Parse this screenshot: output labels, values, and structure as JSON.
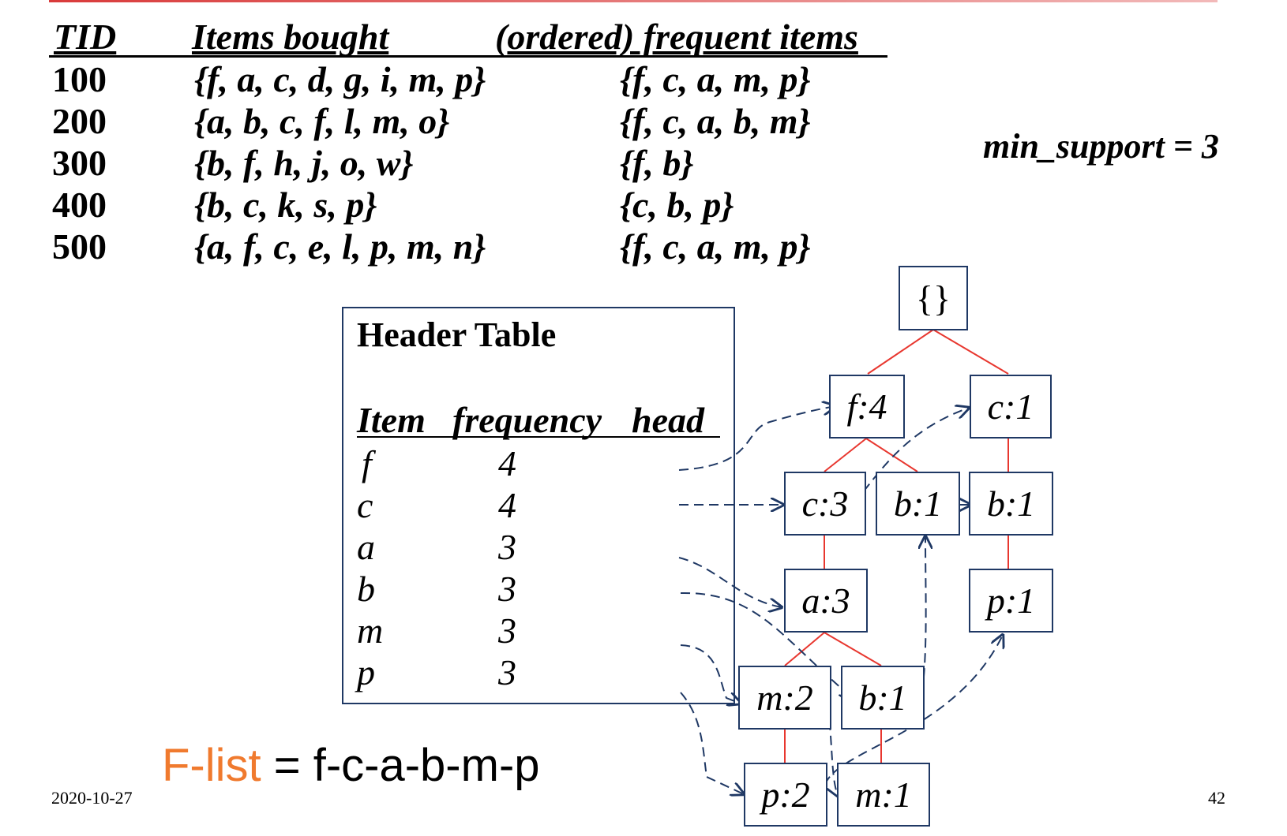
{
  "table": {
    "headers": {
      "tid": "TID",
      "items": "Items bought",
      "ordered": "(ordered) frequent items"
    },
    "rows": [
      {
        "tid": "100",
        "items": "{f, a, c, d, g, i, m, p}",
        "ordered": "{f, c, a, m, p}"
      },
      {
        "tid": "200",
        "items": "{a, b, c, f, l, m, o}",
        "ordered": "{f, c, a, b, m}"
      },
      {
        "tid": "300",
        "items": "{b, f, h, j, o, w}",
        "ordered": "{f, b}"
      },
      {
        "tid": "400",
        "items": "{b, c, k, s, p}",
        "ordered": "{c, b, p}"
      },
      {
        "tid": "500",
        "items": "{a, f, c, e, l, p, m, n}",
        "ordered": "{f, c, a, m, p}"
      }
    ]
  },
  "min_support": "min_support = 3",
  "header_table": {
    "title": "Header Table",
    "columns": {
      "item": "Item",
      "frequency": "frequency",
      "head": "head"
    },
    "rows": [
      {
        "item": "f",
        "frequency": "4"
      },
      {
        "item": "c",
        "frequency": "4"
      },
      {
        "item": "a",
        "frequency": "3"
      },
      {
        "item": "b",
        "frequency": "3"
      },
      {
        "item": "m",
        "frequency": "3"
      },
      {
        "item": "p",
        "frequency": "3"
      }
    ]
  },
  "tree": {
    "root": "{}",
    "nodes": {
      "f4": "f:4",
      "c1": "c:1",
      "c3": "c:3",
      "b1_f": "b:1",
      "b1_c": "b:1",
      "a3": "a:3",
      "p1": "p:1",
      "m2": "m:2",
      "b1_a": "b:1",
      "p2": "p:2",
      "m1": "m:1"
    }
  },
  "flist": {
    "key": "F-list",
    "value": " = f-c-a-b-m-p"
  },
  "footer": {
    "date": "2020-10-27",
    "page": "42"
  },
  "colors": {
    "edge": "#e8372f",
    "link": "#1f3864",
    "flist_key": "#f07a2e"
  }
}
